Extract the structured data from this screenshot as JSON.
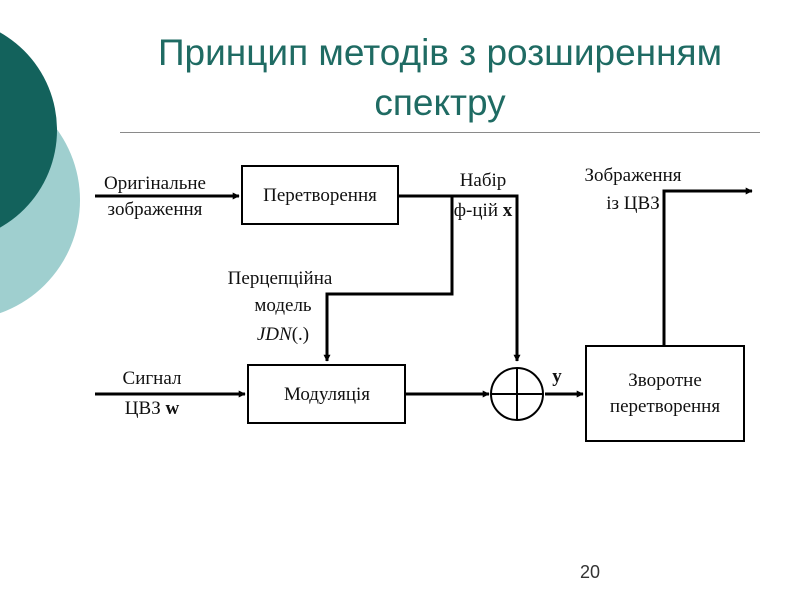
{
  "slide": {
    "title_line1": "Принцип методів з розширенням",
    "title_line2": "спектру",
    "page_number": "20"
  },
  "diagram": {
    "inputs": {
      "original_line1": "Оригінальне",
      "original_line2": "зображення",
      "signal_line1": "Сигнал",
      "signal_line2_prefix": "ЦВЗ ",
      "signal_line2_var": "w"
    },
    "blocks": {
      "transform": "Перетворення",
      "modulation": "Модуляція",
      "inverse_line1": "Зворотне",
      "inverse_line2": "перетворення"
    },
    "labels": {
      "set_line1": "Набір",
      "set_line2_prefix": "ф-цій ",
      "set_line2_var": "x",
      "perceptual_line1": "Перцепційна",
      "perceptual_line2": "модель",
      "perceptual_line3_fn": "JDN",
      "perceptual_line3_arg": "(.)",
      "sum_output": "y",
      "output_line1": "Зображення",
      "output_line2": "із ЦВЗ"
    },
    "summing_junction": "adder-circle-icon"
  }
}
